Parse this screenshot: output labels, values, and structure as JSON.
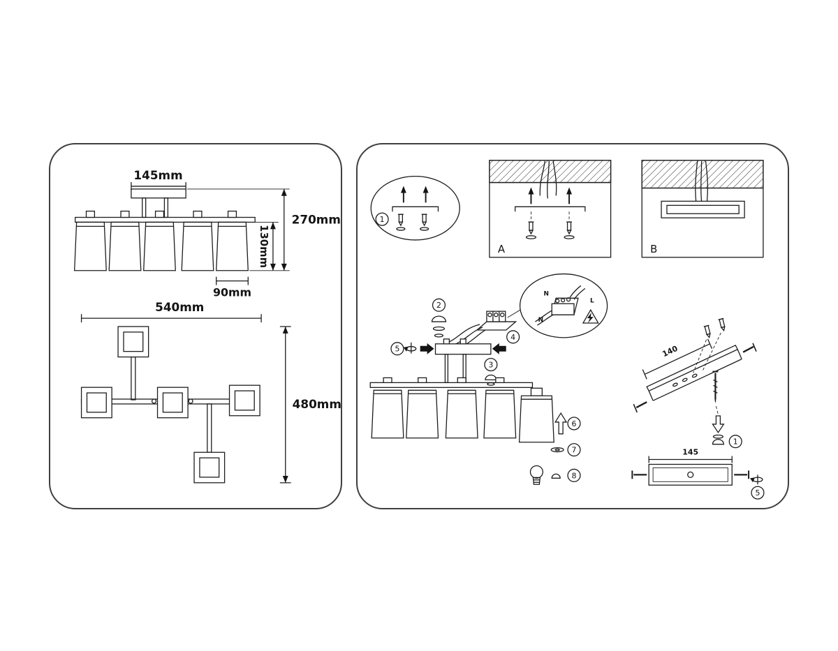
{
  "sheet": {
    "background": "#ffffff",
    "line_color": "#1c1c1c"
  },
  "dimensions_panel": {
    "front_view": {
      "canopy_width": "145mm",
      "total_height": "270mm",
      "shade_height": "130mm",
      "shade_width": "90mm"
    },
    "plan_view": {
      "width": "540mm",
      "depth": "480mm"
    }
  },
  "installation_panel": {
    "steps": [
      "1",
      "2",
      "3",
      "4",
      "5",
      "6",
      "7",
      "8"
    ],
    "sections": {
      "a": "A",
      "b": "B"
    },
    "wire_labels": {
      "n_top": "N",
      "l": "L",
      "n_bottom": "N"
    },
    "bracket": {
      "iso_length": "140",
      "front_length": "145"
    }
  }
}
